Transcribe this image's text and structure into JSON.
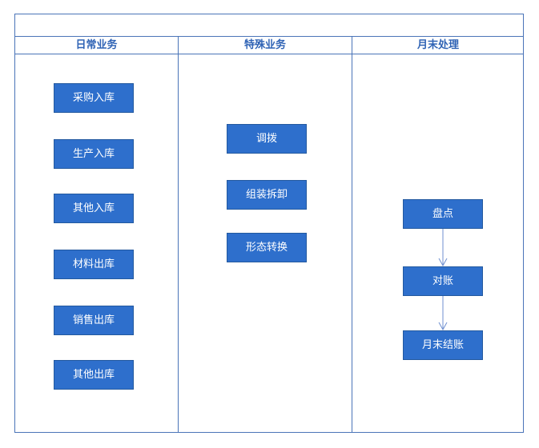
{
  "columns": [
    {
      "title": "日常业务",
      "nodes": [
        "采购入库",
        "生产入库",
        "其他入库",
        "材料出库",
        "销售出库",
        "其他出库"
      ]
    },
    {
      "title": "特殊业务",
      "nodes": [
        "调拨",
        "组装拆卸",
        "形态转换"
      ]
    },
    {
      "title": "月末处理",
      "nodes": [
        "盘点",
        "对账",
        "月末结账"
      ]
    }
  ],
  "colors": {
    "border": "#4a74b8",
    "header_text": "#2f63b5",
    "node_fill": "#2e6fcc",
    "node_text": "#ffffff",
    "arrow": "#6f8fd0"
  },
  "flow": [
    {
      "from": "盘点",
      "to": "对账"
    },
    {
      "from": "对账",
      "to": "月末结账"
    }
  ]
}
